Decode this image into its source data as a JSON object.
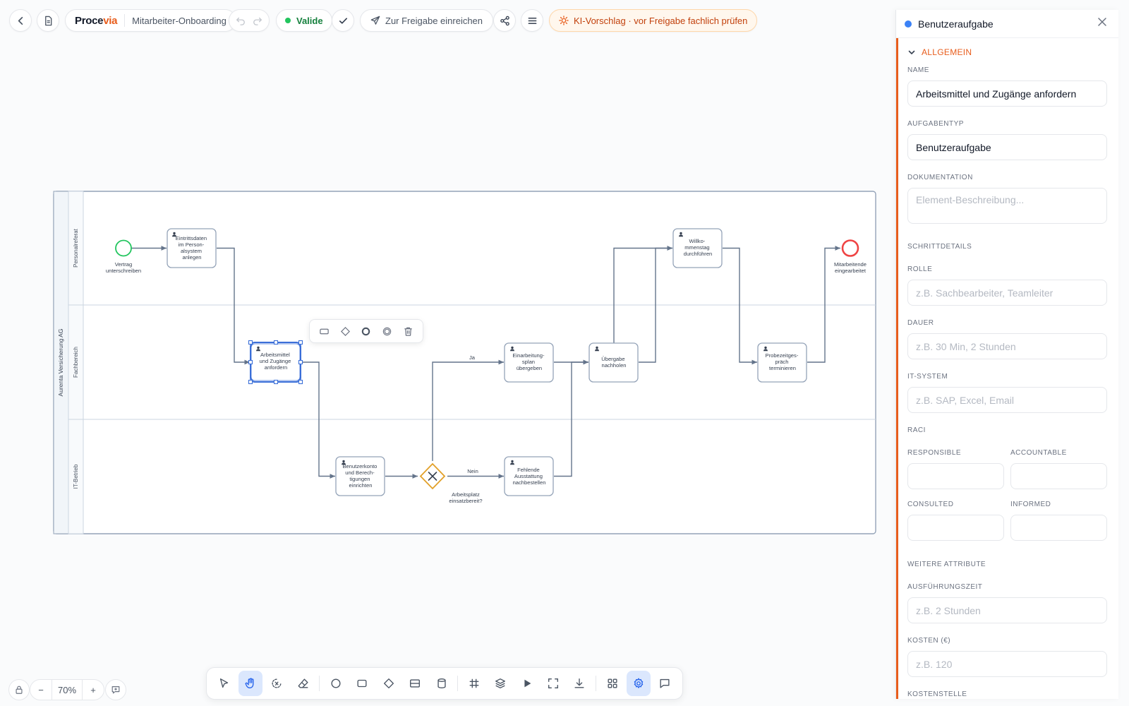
{
  "toolbar": {
    "brand_left": "Proce",
    "brand_right": "via",
    "process_name": "Mitarbeiter-Onboarding",
    "valid_label": "Valide",
    "submit_label": "Zur Freigabe einreichen",
    "ki_notice": "KI-Vorschlag · vor Freigabe fachlich prüfen"
  },
  "diagram": {
    "pool_label": "Aurenta Versicherung AG",
    "lanes": [
      "Personalreferat",
      "Fachbereich",
      "IT-Betrieb"
    ],
    "start_event": [
      "Vertrag",
      "unterschreiben"
    ],
    "end_event": [
      "Mitarbeitende",
      "eingearbeitet"
    ],
    "tasks": [
      {
        "id": "t1",
        "lines": [
          "Eintrittsdaten",
          "im Person-",
          "alsystem",
          "anlegen"
        ]
      },
      {
        "id": "t2",
        "lines": [
          "Arbeitsmittel",
          "und Zugänge",
          "anfordern"
        ]
      },
      {
        "id": "t3",
        "lines": [
          "Benutzerkonto",
          "und Berech-",
          "tigungen",
          "einrichten"
        ]
      },
      {
        "id": "t4",
        "lines": [
          "Einarbeitung-",
          "splan",
          "übergeben"
        ]
      },
      {
        "id": "t5",
        "lines": [
          "Fehlende",
          "Ausstattung",
          "nachbestellen"
        ]
      },
      {
        "id": "t6",
        "lines": [
          "Übergabe",
          "nachholen"
        ]
      },
      {
        "id": "t7",
        "lines": [
          "Willko-",
          "mmenstag",
          "durchführen"
        ]
      },
      {
        "id": "t8",
        "lines": [
          "Probezeitges-",
          "präch",
          "terminieren"
        ]
      }
    ],
    "gateway_label": [
      "Arbeitsplatz",
      "einsatzbereit?"
    ],
    "flow_yes": "Ja",
    "flow_no": "Nein"
  },
  "zoom": {
    "level": "70%"
  },
  "panel": {
    "title": "Benutzeraufgabe",
    "section": "ALLGEMEIN",
    "name_label": "NAME",
    "name_value": "Arbeitsmittel und Zugänge anfordern",
    "type_label": "AUFGABENTYP",
    "type_value": "Benutzeraufgabe",
    "doc_label": "DOKUMENTATION",
    "doc_placeholder": "Element-Beschreibung...",
    "step_header": "SCHRITTDETAILS",
    "role_label": "ROLLE",
    "role_placeholder": "z.B. Sachbearbeiter, Teamleiter",
    "duration_label": "DAUER",
    "duration_placeholder": "z.B. 30 Min, 2 Stunden",
    "it_label": "IT-SYSTEM",
    "it_placeholder": "z.B. SAP, Excel, Email",
    "raci_header": "RACI",
    "responsible_label": "RESPONSIBLE",
    "accountable_label": "ACCOUNTABLE",
    "consulted_label": "CONSULTED",
    "informed_label": "INFORMED",
    "more_header": "WEITERE ATTRIBUTE",
    "exec_label": "AUSFÜHRUNGSZEIT",
    "exec_placeholder": "z.B. 2 Stunden",
    "cost_label": "KOSTEN (€)",
    "cost_placeholder": "z.B. 120",
    "costcenter_label": "KOSTENSTELLE"
  },
  "colors": {
    "accent": "#e85d1c",
    "selection": "#3b6fd8",
    "start_event": "#22c55e",
    "end_event": "#ef4444",
    "gateway": "#e2a028",
    "valid": "#15803d"
  }
}
